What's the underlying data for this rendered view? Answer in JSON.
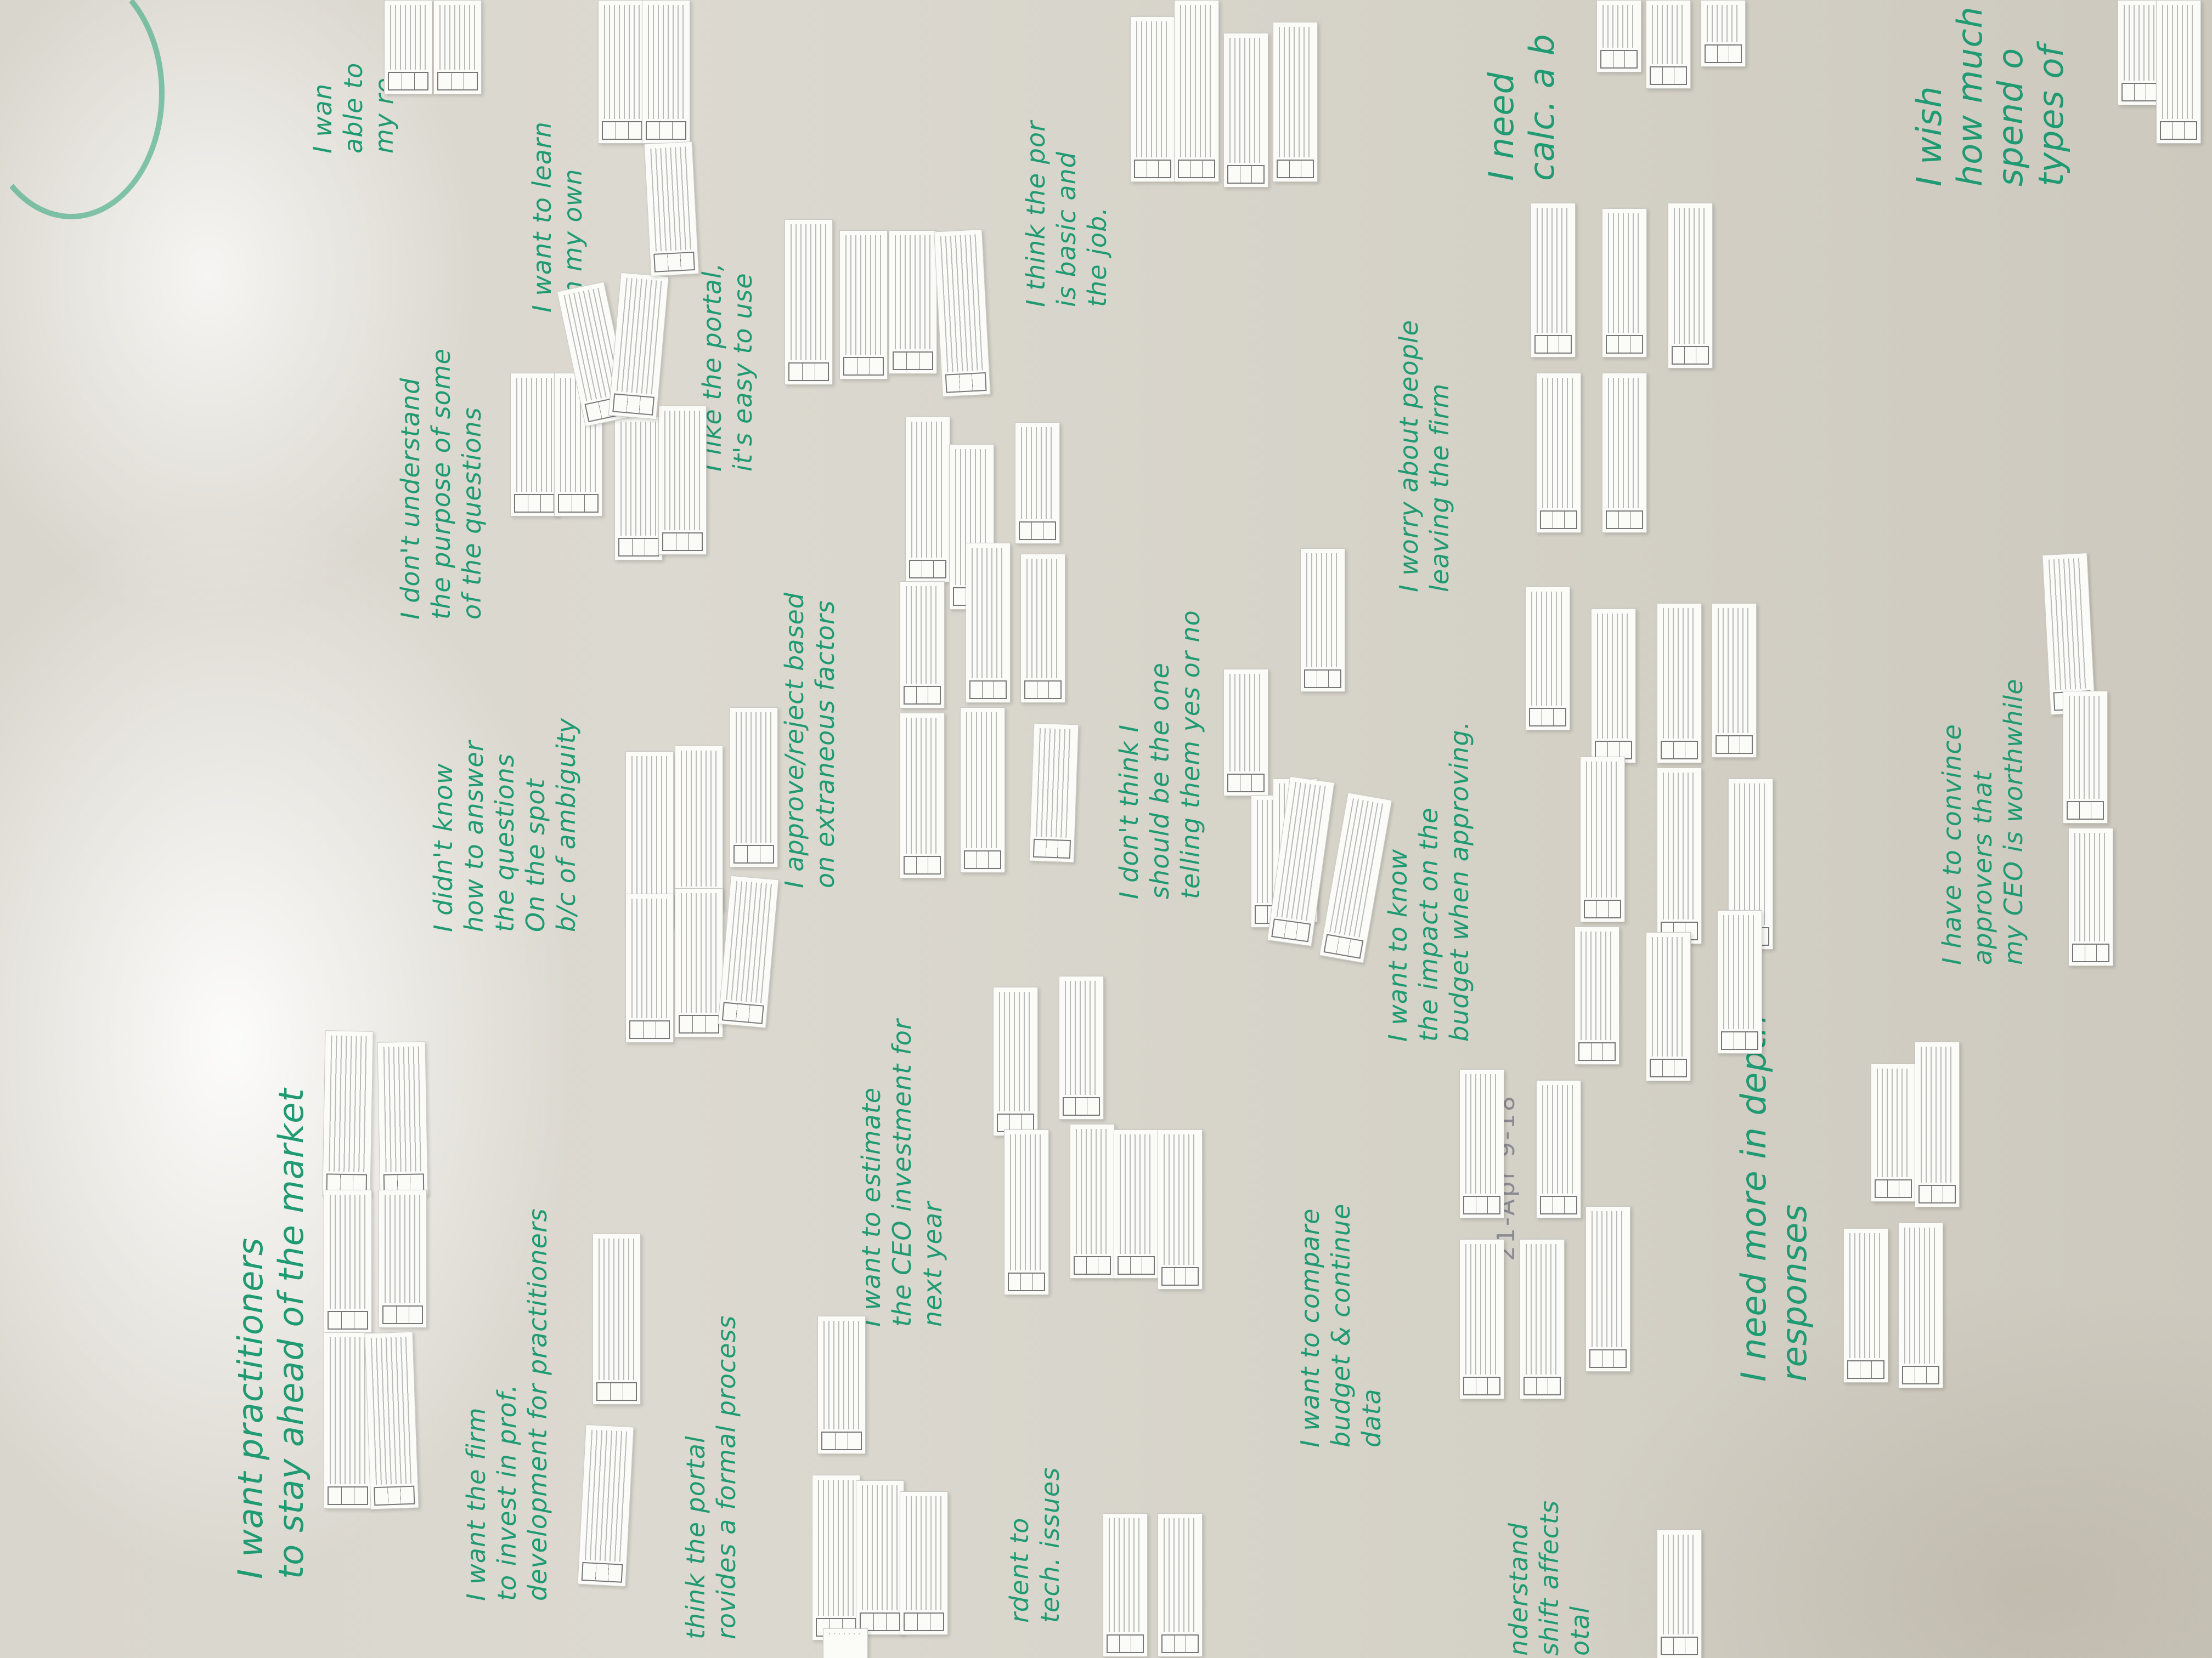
{
  "board": {
    "headings": [
      {
        "text": "I want practitioners\nto stay ahead of the market"
      },
      {
        "text": "I want the firm\nto invest in prof.\ndevelopment for practitioners"
      },
      {
        "text": "think the portal\nrovides a formal process"
      },
      {
        "text": "I didn't know\nhow to answer\nthe questions\nOn the spot\nb/c of ambiguity"
      },
      {
        "text": "I don't understand\nthe purpose of some\nof the questions"
      },
      {
        "text": "I want to learn\non my own"
      },
      {
        "text": "I like the portal,\nit's easy to use"
      },
      {
        "text": "I approve/reject based\non extraneous factors"
      },
      {
        "text": "I want to estimate\nthe CEO investment for\nnext year"
      },
      {
        "text": "I think the por\nis basic and\nthe job."
      },
      {
        "text": "I don't think I\nshould be the one\ntelling them yes or no"
      },
      {
        "text": "I worry about people\nleaving the firm"
      },
      {
        "text": "I want to know\nthe impact on the\nbudget when approving."
      },
      {
        "text": "I want to compare\nbudget & continue\ndata"
      },
      {
        "text": "I need more in depth\nresponses"
      },
      {
        "text": "I have to convince\napprovers that\nmy CEO is worthwhile"
      },
      {
        "text": "I need\ncalc. a b"
      },
      {
        "text": "I wish\nhow much\nspend o\ntypes of"
      },
      {
        "text": "I wan\nable to\nmy re"
      },
      {
        "text": "rdent to\ntech. issues"
      },
      {
        "text": "nderstand\nshift affects\notal"
      }
    ],
    "date_note": "21-Apr 9-18"
  }
}
